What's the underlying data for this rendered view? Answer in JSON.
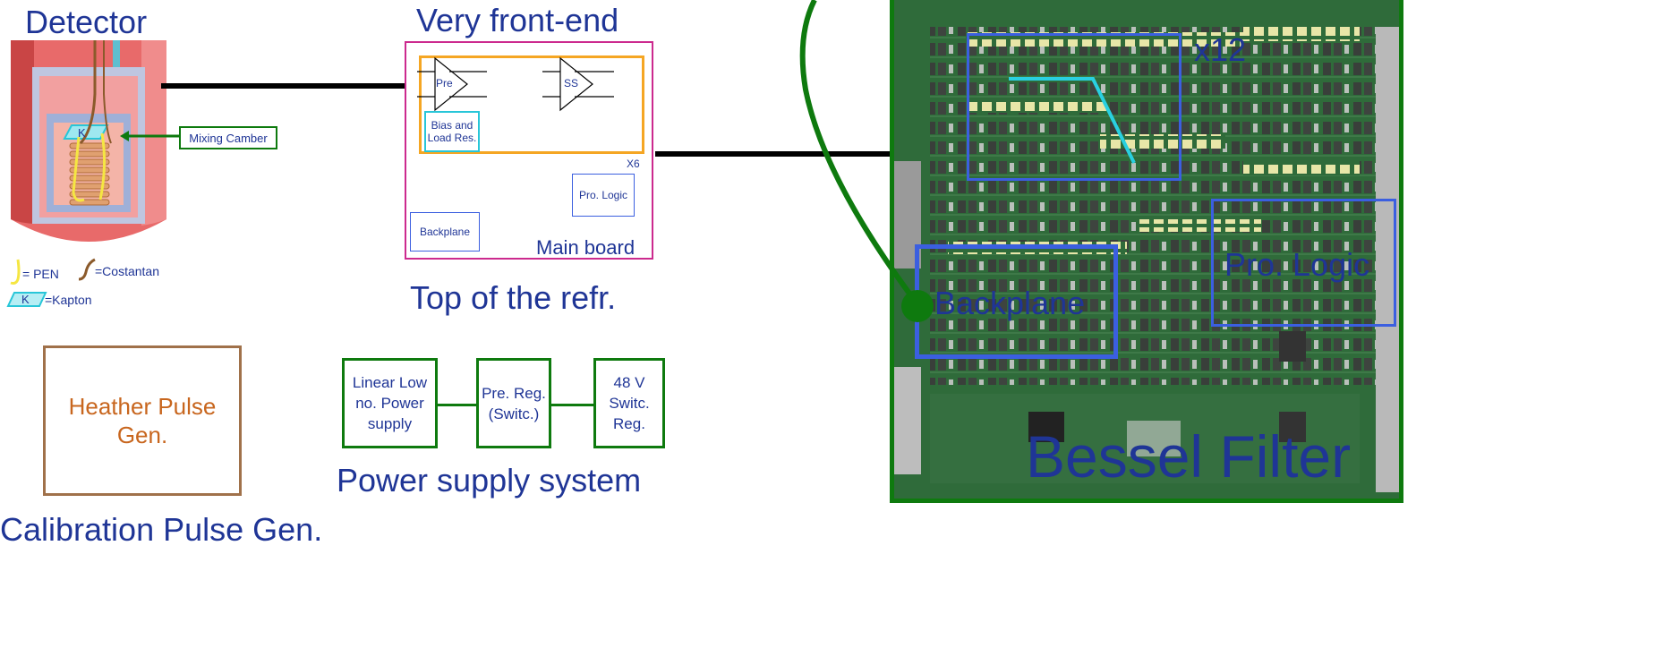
{
  "detector": {
    "title": "Detector",
    "kapton_label": "K",
    "callout": "Mixing Camber",
    "legend": {
      "pen": "= PEN",
      "costantan": "=Costantan",
      "kapton_k": "K",
      "kapton": "=Kapton"
    }
  },
  "front_end": {
    "title": "Very front-end",
    "pre": "Pre",
    "ss": "SS",
    "bias": "Bias and Load Res.",
    "multiplier": "X6",
    "pro_logic": "Pro. Logic",
    "backplane": "Backplane",
    "main_board": "Main board",
    "caption": "Top of the refr."
  },
  "heater": {
    "label": "Heather Pulse Gen.",
    "caption": "Calibration Pulse Gen."
  },
  "power": {
    "boxes": [
      "Linear Low no. Power supply",
      "Pre. Reg. (Switc.)",
      "48 V Switc. Reg."
    ],
    "caption": "Power supply system"
  },
  "photo": {
    "x12": "x12",
    "backplane": "Backplane",
    "pro_logic": "Pro. Logic",
    "title": "Bessel Filter"
  },
  "colors": {
    "text_blue": "#1f3596",
    "green": "#0e7a0e",
    "magenta": "#cc2a8e",
    "orange": "#f5a623",
    "heater_brown": "#a0714a",
    "heater_text": "#c8661e",
    "highlight_blue": "#3b5fe0",
    "pcb_green": "#2f6b3a"
  }
}
